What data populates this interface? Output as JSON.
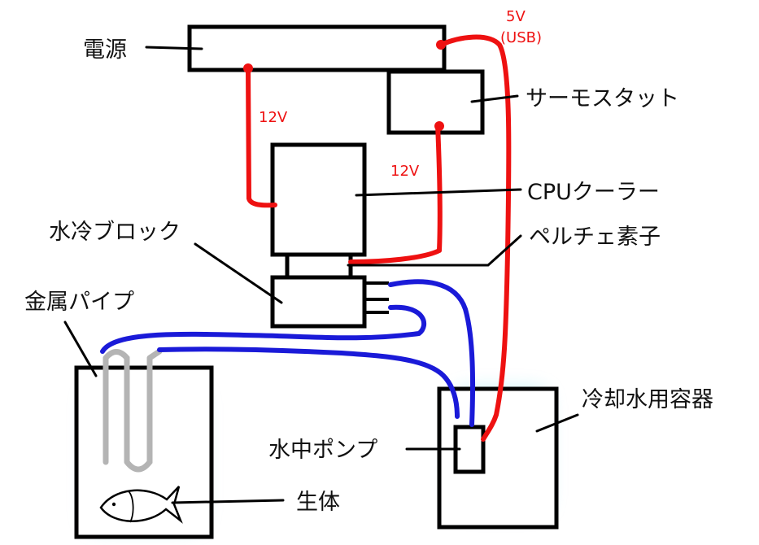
{
  "labels": {
    "power_supply": "電源",
    "thermostat": "サーモスタット",
    "cpu_cooler": "CPUクーラー",
    "water_block": "水冷ブロック",
    "peltier": "ペルチェ素子",
    "metal_pipe": "金属パイプ",
    "creature": "生体",
    "submersible_pump": "水中ポンプ",
    "coolant_container": "冷却水用容器"
  },
  "voltages": {
    "cooler_feed": "12V",
    "peltier_feed": "12V",
    "pump_feed": "5V",
    "pump_feed_note": "(USB)"
  },
  "colors": {
    "power_wire": "#ee1111",
    "water_hose": "#1a1ad8",
    "metal_pipe": "#b4b4b4",
    "water": "#7fe3f2",
    "outline": "#000000"
  },
  "icons": {
    "creature": "fish-icon"
  }
}
